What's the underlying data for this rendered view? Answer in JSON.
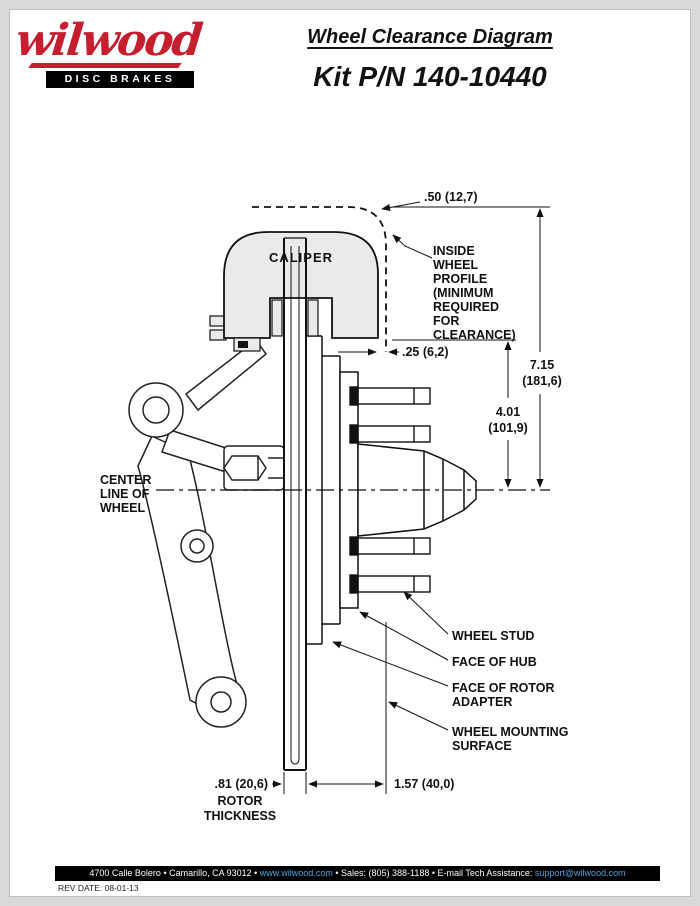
{
  "header": {
    "brand": "wilwood",
    "tagline": "DISC BRAKES",
    "title": "Wheel Clearance Diagram",
    "kit_number": "Kit P/N 140-10440"
  },
  "diagram": {
    "caliper_label": "CALIPER",
    "dim_caliper_clearance": ".50 (12,7)",
    "inside_profile_lines": [
      "INSIDE",
      "WHEEL",
      "PROFILE",
      "(MINIMUM",
      "REQUIRED",
      "FOR",
      "CLEARANCE)"
    ],
    "dim_lateral_clearance": ".25 (6,2)",
    "dim_total_radius_lines": [
      "7.15",
      "(181,6)"
    ],
    "dim_hub_radius_lines": [
      "4.01",
      "(101,9)"
    ],
    "centerline_lines": [
      "CENTER",
      "LINE OF",
      "WHEEL"
    ],
    "label_wheel_stud": "WHEEL STUD",
    "label_face_of_hub": "FACE OF HUB",
    "label_face_of_rotor_adapter_lines": [
      "FACE OF ROTOR",
      "ADAPTER"
    ],
    "label_wheel_mounting_surface_lines": [
      "WHEEL MOUNTING",
      "SURFACE"
    ],
    "dim_rotor_thickness_lines": [
      ".81 (20,6)",
      "ROTOR",
      "THICKNESS"
    ],
    "dim_mounting_offset": "1.57 (40,0)"
  },
  "footer": {
    "address": "4700 Calle Bolero • Camarillo, CA 93012 • ",
    "link_web": "www.wilwood.com",
    "middle": " • Sales: (805) 388-1188 • E-mail Tech Assistance: ",
    "link_email": "support@wilwood.com",
    "rev_date": "REV DATE: 08-01-13"
  }
}
